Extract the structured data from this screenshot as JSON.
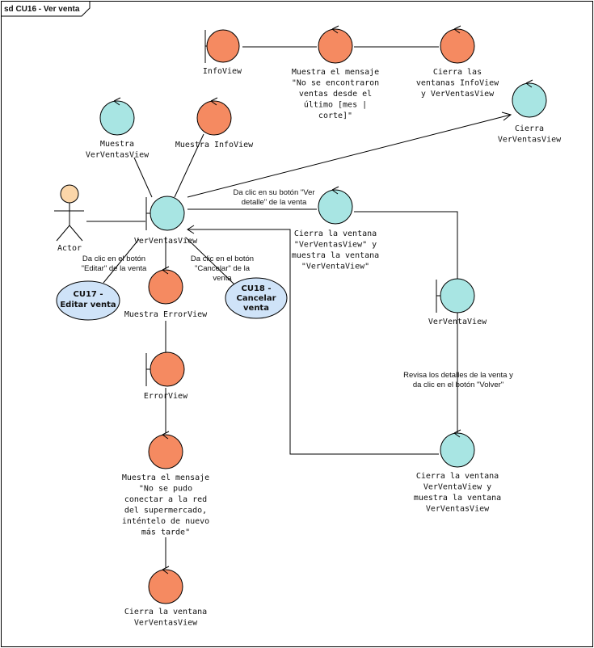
{
  "frame": {
    "title": "sd CU16 - Ver venta"
  },
  "colors": {
    "boundary": "#f58a61",
    "view": "#a8e5e3",
    "usecase": "#cfe3f8",
    "stroke": "#000000"
  },
  "nodes": {
    "infoview": {
      "lines": [
        "InfoView"
      ]
    },
    "msg_no_ventas": {
      "lines": [
        "Muestra el mensaje",
        "\"No se encontraron",
        "ventas desde el",
        "último [mes |",
        "corte]\""
      ]
    },
    "cierra_info": {
      "lines": [
        "Cierra las",
        "ventanas InfoView",
        "y VerVentasView"
      ]
    },
    "muestra_verventas": {
      "lines": [
        "Muestra",
        "VerVentasView"
      ]
    },
    "muestra_info": {
      "lines": [
        "Muestra InfoView"
      ]
    },
    "cierra_verventas_top": {
      "lines": [
        "Cierra",
        "VerVentasView"
      ]
    },
    "actor": {
      "lines": [
        "Actor"
      ]
    },
    "verventasview": {
      "lines": [
        "VerVentasView"
      ]
    },
    "cierra_muestra_ventaview": {
      "lines": [
        "Cierra la ventana",
        "\"VerVentasView\" y",
        "muestra la ventana",
        "\"VerVentaView\""
      ]
    },
    "verventaview": {
      "lines": [
        "VerVentaView"
      ]
    },
    "muestra_error": {
      "lines": [
        "Muestra ErrorView"
      ]
    },
    "errorview": {
      "lines": [
        "ErrorView"
      ]
    },
    "msg_no_conectar": {
      "lines": [
        "Muestra el mensaje",
        "\"No se pudo",
        "conectar a la red",
        "del supermercado,",
        "inténtelo de nuevo",
        "más tarde\""
      ]
    },
    "cierra_verventas_bottom": {
      "lines": [
        "Cierra la ventana",
        "VerVentasView"
      ]
    },
    "cierra_ventaview": {
      "lines": [
        "Cierra la ventana",
        "VerVentaView y",
        "muestra la ventana",
        "VerVentasView"
      ]
    }
  },
  "usecases": {
    "uc17": {
      "lines": [
        "CU17 -",
        "Editar venta"
      ]
    },
    "uc18": {
      "lines": [
        "CU18 -",
        "Cancelar",
        "venta"
      ]
    }
  },
  "notes": {
    "ver_detalle": {
      "lines": [
        "Da clic en su botón \"Ver",
        "detalle\" de la venta"
      ]
    },
    "editar": {
      "lines": [
        "Da clic en el botón",
        "\"Editar\" de la venta"
      ]
    },
    "cancelar": {
      "lines": [
        "Da clic en el botón",
        "\"Cancelar\" de la",
        "venta"
      ]
    },
    "revisa": {
      "lines": [
        "Revisa los detalles de la venta y",
        "da clic en el botón \"Volver\""
      ]
    }
  }
}
